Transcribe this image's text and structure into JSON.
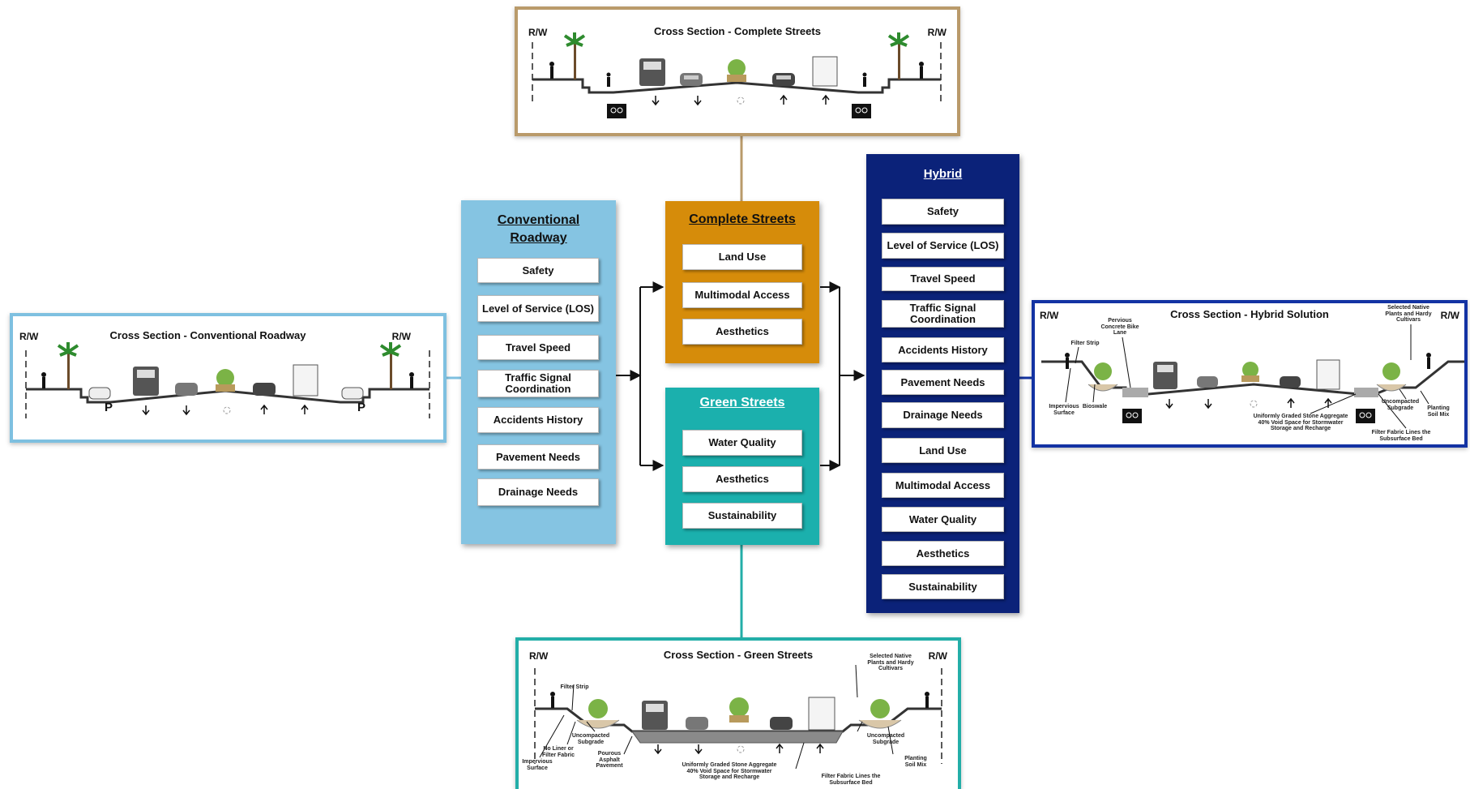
{
  "sections": {
    "complete": {
      "title": "Cross Section - Complete Streets",
      "rw_left": "R/W",
      "rw_right": "R/W"
    },
    "conventional": {
      "title": "Cross Section - Conventional Roadway",
      "rw_left": "R/W",
      "rw_right": "R/W"
    },
    "hybrid": {
      "title": "Cross Section - Hybrid Solution",
      "rw_left": "R/W",
      "rw_right": "R/W",
      "annotations": {
        "pervious": "Pervious Concrete Bike Lane",
        "filter_strip": "Filter Strip",
        "impervious": "Impervious Surface",
        "bioswale": "Bioswale",
        "native": "Selected Native Plants and Hardy Cultivars",
        "uncompacted": "Uncompacted Subgrade",
        "planting": "Planting Soil Mix",
        "aggregate": "Uniformly Graded Stone Aggregate 40% Void Space for Stormwater Storage and Recharge",
        "fabric": "Filter Fabric Lines the Subsurface Bed"
      }
    },
    "green": {
      "title": "Cross Section - Green Streets",
      "rw_left": "R/W",
      "rw_right": "R/W",
      "annotations": {
        "filter_strip": "Filter Strip",
        "uncompacted_left": "Uncompacted Subgrade",
        "no_liner": "No Liner or Filter Fabric",
        "impervious": "Impervious Surface",
        "porous": "Pourous Asphalt Pavement",
        "aggregate": "Uniformly Graded Stone Aggregate 40% Void Space for Stormwater Storage and Recharge",
        "fabric": "Filter Fabric Lines the Subsurface Bed",
        "native": "Selected Native Plants and Hardy Cultivars",
        "uncompacted_right": "Uncompacted Subgrade",
        "planting": "Planting Soil Mix"
      }
    }
  },
  "symbols": {
    "parking": "P",
    "bike_lane": "BIKE LANE"
  },
  "categories": {
    "conventional": {
      "title_line1": "Conventional",
      "title_line2": "Roadway",
      "items": [
        "Safety",
        "Level of Service (LOS)",
        "Travel Speed",
        "Traffic Signal Coordination",
        "Accidents History",
        "Pavement Needs",
        "Drainage Needs"
      ]
    },
    "complete": {
      "title": "Complete Streets",
      "items": [
        "Land Use",
        "Multimodal Access",
        "Aesthetics"
      ]
    },
    "green": {
      "title": "Green Streets",
      "items": [
        "Water Quality",
        "Aesthetics",
        "Sustainability"
      ]
    },
    "hybrid": {
      "title": "Hybrid",
      "items": [
        "Safety",
        "Level of Service (LOS)",
        "Travel Speed",
        "Traffic Signal Coordination",
        "Accidents History",
        "Pavement Needs",
        "Drainage Needs",
        "Land Use",
        "Multimodal Access",
        "Water Quality",
        "Aesthetics",
        "Sustainability"
      ]
    }
  },
  "colors": {
    "conventional": "#85c4e2",
    "conventional_border": "#7ec0e0",
    "complete": "#d68c0a",
    "complete_border": "#b99a6a",
    "green": "#1bb0ad",
    "green_border": "#23aea8",
    "hybrid": "#0b2279",
    "hybrid_border": "#1333a3"
  }
}
